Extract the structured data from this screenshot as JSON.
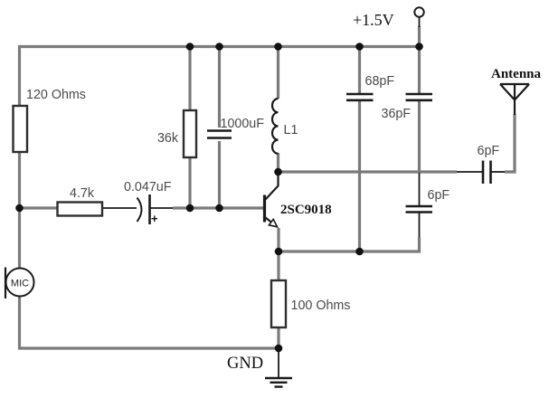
{
  "schematic": {
    "power": {
      "supply": "+1.5V",
      "ground": "GND"
    },
    "transistor": {
      "part": "2SC9018"
    },
    "mic": {
      "label": "MIC"
    },
    "antenna": {
      "label": "Antenna"
    },
    "inductor": {
      "label": "L1"
    },
    "resistors": {
      "r120": "120 Ohms",
      "r36k": "36k",
      "r47k": "4.7k",
      "r100": "100 Ohms"
    },
    "capacitors": {
      "c1000uf": "1000uF",
      "c047uf": "0.047uF",
      "c047uf_polarity": "+",
      "c68pf": "68pF",
      "c36pf": "36pF",
      "c6pf_emitter": "6pF",
      "c6pf_antenna": "6pF"
    }
  },
  "colors": {
    "background": "#ffffff",
    "wire": "#7b7b7b",
    "component": "#1a1a1a",
    "junction": "#111111",
    "label": "#4a4a4a",
    "label_serif": "#111111"
  }
}
